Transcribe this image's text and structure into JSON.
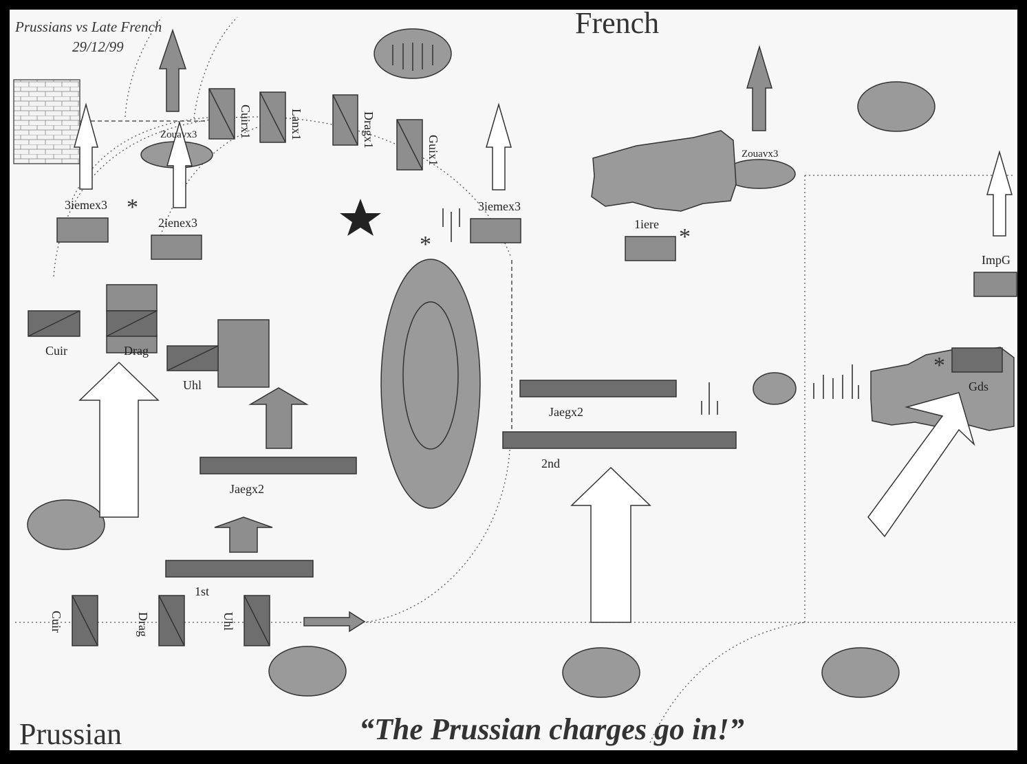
{
  "header": {
    "title": "Prussians vs Late French",
    "date": "29/12/99"
  },
  "sides": {
    "top": "French",
    "bottom": "Prussian"
  },
  "caption": "“The Prussian charges go in!”",
  "units": {
    "cuirx1": "Cuirx1",
    "lanx1": "Lanx1",
    "dragx1": "Dragx1",
    "guix1": "Guix1",
    "zouav_left": "Zouavx3",
    "zouav_right": "Zouavx3",
    "troisieme_left": "3iemex3",
    "deuxieme": "2ienex3",
    "troisieme_mid": "3iemex3",
    "premiere": "1iere",
    "impg": "ImpG",
    "gds": "Gds",
    "cuir_mid": "Cuir",
    "drag_mid": "Drag",
    "uhl_mid": "Uhl",
    "jaeg_left": "Jaegx2",
    "first": "1st",
    "jaeg_right": "Jaegx2",
    "second": "2nd",
    "cuir_bottom": "Cuir",
    "drag_bottom": "Drag",
    "uhl_bottom": "Uhl"
  },
  "colors": {
    "page": "#f7f7f7",
    "frame": "#000000",
    "unit_fill": "#8e8e8e",
    "dark_fill": "#6e6e6e",
    "terrain_fill": "#9a9a9a",
    "stroke": "#333333"
  }
}
